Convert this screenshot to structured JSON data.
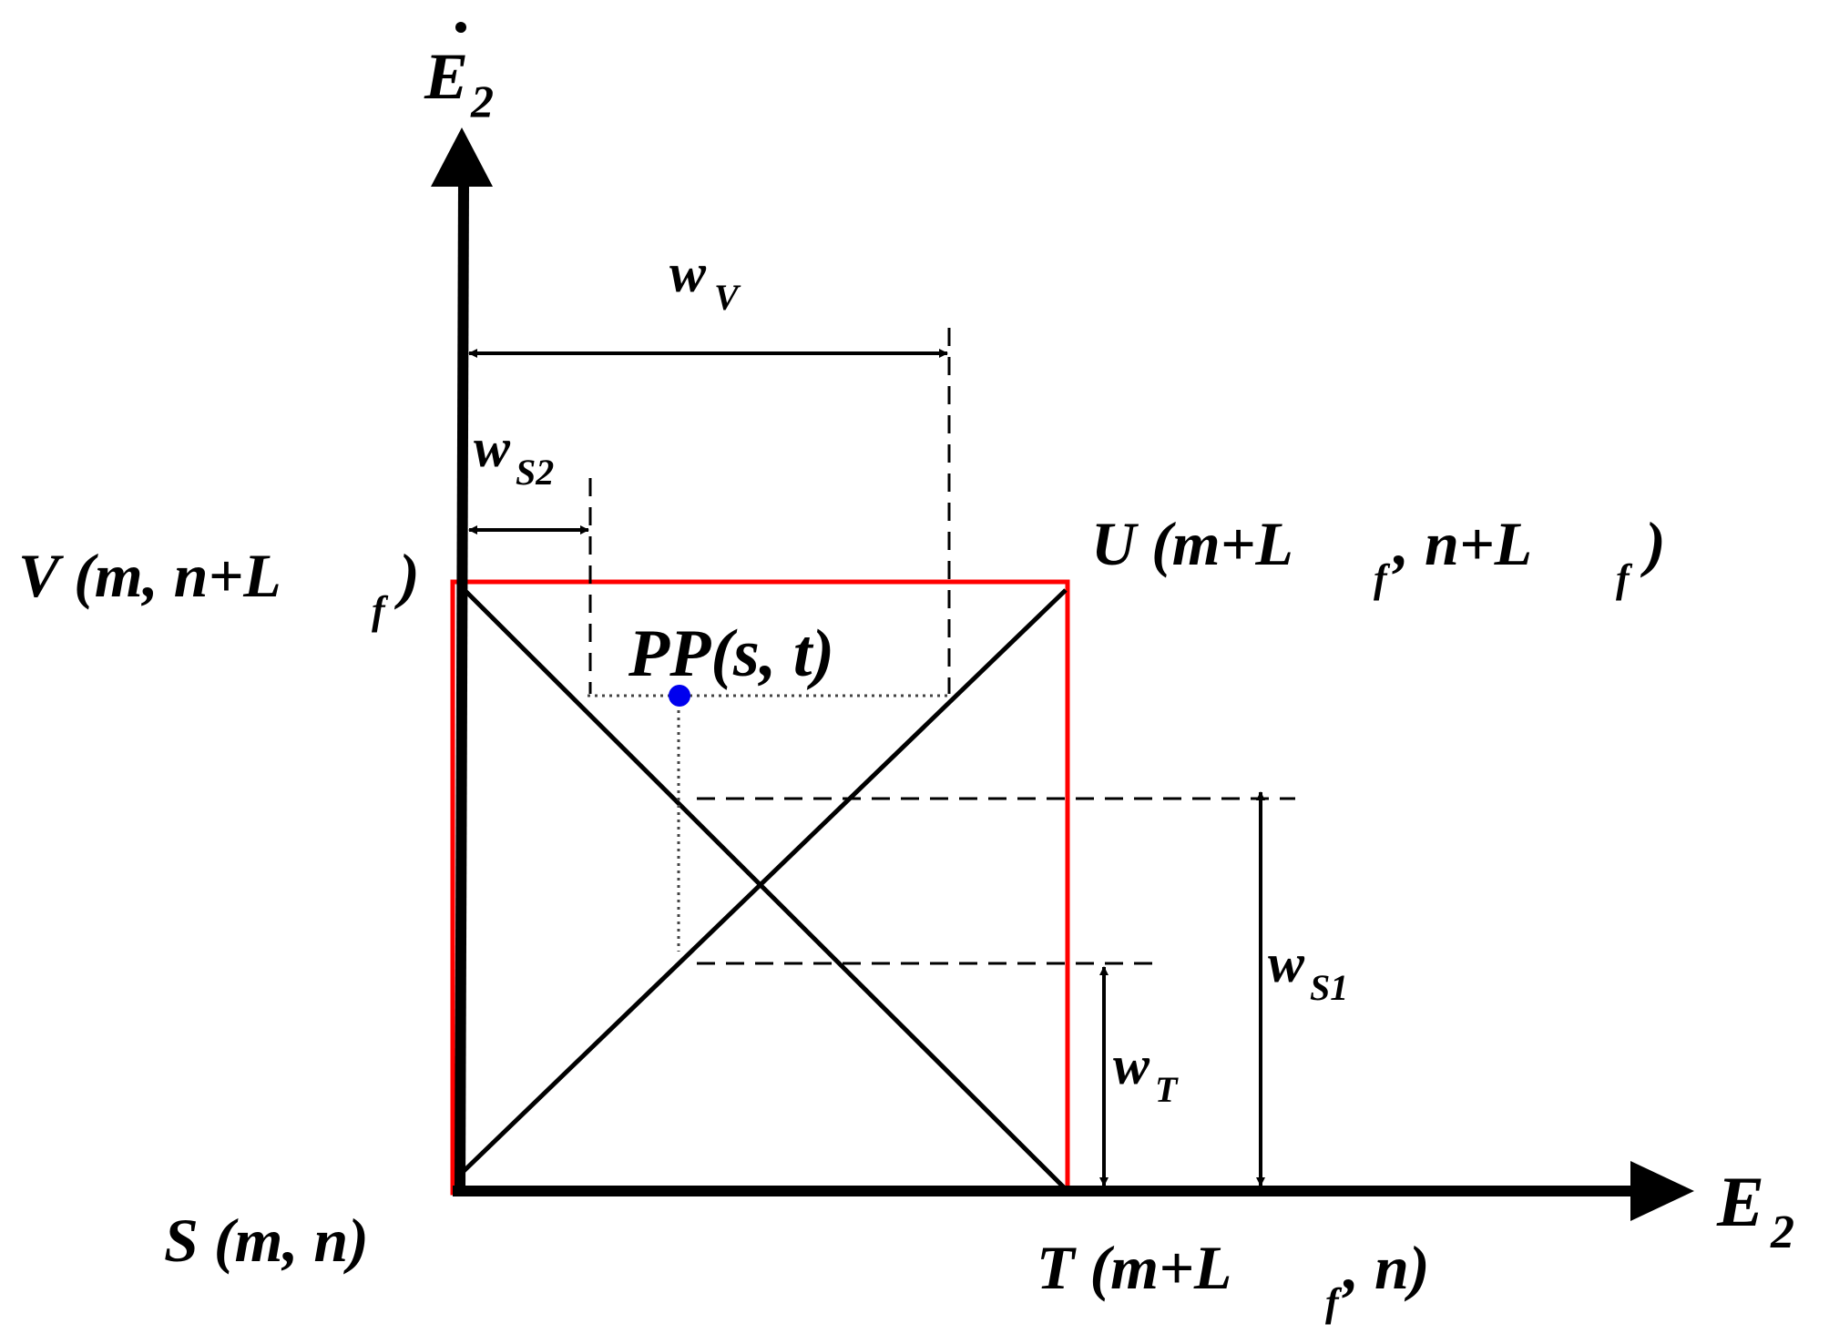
{
  "labels": {
    "axis_y_main": "E",
    "axis_y_sub": "2",
    "axis_x_main": "E",
    "axis_x_sub": "2",
    "w_v_main": "w",
    "w_v_sub": "V",
    "w_s2_main": "w",
    "w_s2_sub": "S2",
    "w_s1_main": "w",
    "w_s1_sub": "S1",
    "w_t_main": "w",
    "w_t_sub": "T",
    "pp": "PP(s, t)",
    "v_pre": "V (m, n+L",
    "v_sub": "f",
    "v_post": ")",
    "u_pre": "U (m+L",
    "u_sub1": "f",
    "u_mid": ", n+L",
    "u_sub2": "f",
    "u_post": ")",
    "s_label": "S (m, n)",
    "t_pre": "T (m+L",
    "t_sub": "f",
    "t_post": ", n)"
  },
  "colors": {
    "axis": "#000000",
    "square": "#ff0000",
    "diagonal": "#000000",
    "point": "#0000ee"
  }
}
